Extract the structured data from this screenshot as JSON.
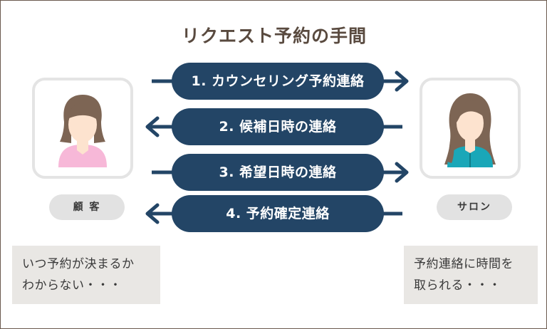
{
  "title": "リクエスト予約の手間",
  "customer": {
    "label": "顧 客",
    "icon": "woman-short-hair-icon"
  },
  "salon": {
    "label": "サロン",
    "icon": "woman-long-hair-icon"
  },
  "steps": [
    {
      "label": "1. カウンセリング予約連絡",
      "direction": "right"
    },
    {
      "label": "2. 候補日時の連絡",
      "direction": "left"
    },
    {
      "label": "3. 希望日時の連絡",
      "direction": "right"
    },
    {
      "label": "4. 予約確定連絡",
      "direction": "left"
    }
  ],
  "notes": {
    "customer": [
      "いつ予約が決まるか",
      "わからない・・・"
    ],
    "salon": [
      "予約連絡に時間を",
      "取られる・・・"
    ]
  },
  "colors": {
    "title": "#594a3f",
    "step_pill": "#234566",
    "arrow": "#234566",
    "customer_shirt": "#f7b8d8",
    "salon_shirt": "#1aa7b8",
    "hair": "#7d6554",
    "skin": "#fde3cf",
    "note_bg": "#e9e7e4"
  }
}
